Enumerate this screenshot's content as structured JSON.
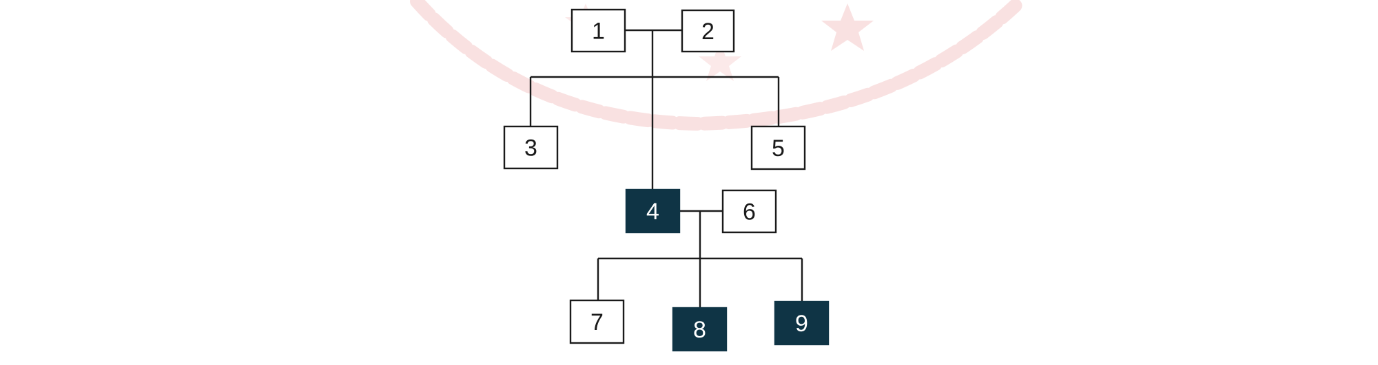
{
  "diagram": {
    "type": "pedigree",
    "colors": {
      "affected_fill": "#0f3445",
      "unaffected_fill": "#ffffff",
      "outline": "#1a1a1a",
      "line": "#1a1a1a",
      "affected_text": "#ffffff",
      "unaffected_text": "#1a1a1a",
      "watermark": "#f4c8c8"
    },
    "individuals": [
      {
        "id": "1",
        "label": "1",
        "affected": false
      },
      {
        "id": "2",
        "label": "2",
        "affected": false
      },
      {
        "id": "3",
        "label": "3",
        "affected": false
      },
      {
        "id": "4",
        "label": "4",
        "affected": true
      },
      {
        "id": "5",
        "label": "5",
        "affected": false
      },
      {
        "id": "6",
        "label": "6",
        "affected": false
      },
      {
        "id": "7",
        "label": "7",
        "affected": false
      },
      {
        "id": "8",
        "label": "8",
        "affected": true
      },
      {
        "id": "9",
        "label": "9",
        "affected": true
      }
    ],
    "couples": [
      {
        "partners": [
          "1",
          "2"
        ],
        "children": [
          "3",
          "4",
          "5"
        ]
      },
      {
        "partners": [
          "4",
          "6"
        ],
        "children": [
          "7",
          "8",
          "9"
        ]
      }
    ]
  }
}
